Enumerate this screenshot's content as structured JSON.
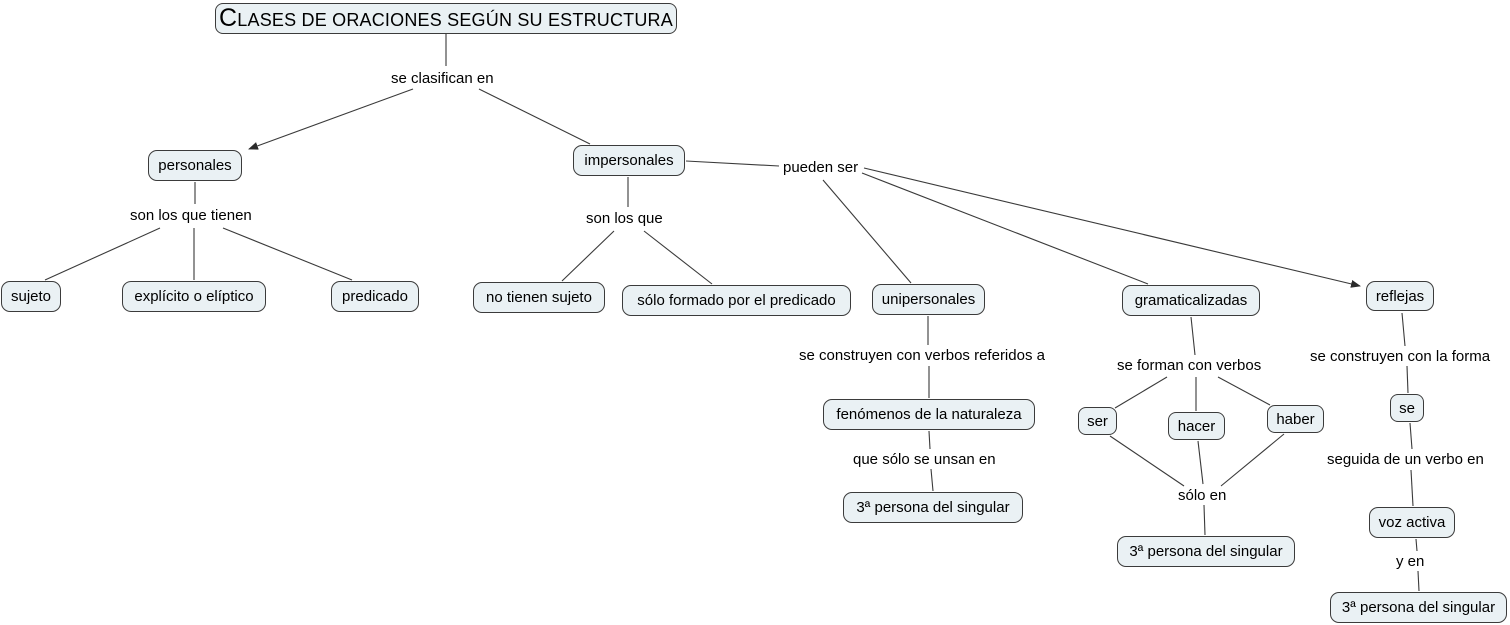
{
  "colors": {
    "bg": "#ffffff",
    "node_fill": "#eaf1f4",
    "node_border": "#3b3b3b",
    "line": "#3a3a3a"
  },
  "title": {
    "label": "CLASES DE ORACIONES SEGÚN SU ESTRUCTURA"
  },
  "nodes": {
    "personales": "personales",
    "impersonales": "impersonales",
    "sujeto": "sujeto",
    "explicito": "explícito o elíptico",
    "predicado": "predicado",
    "no_tienen_sujeto": "no tienen sujeto",
    "solo_formado": "sólo formado por el predicado",
    "unipersonales": "unipersonales",
    "gramaticalizadas": "gramaticalizadas",
    "reflejas": "reflejas",
    "fenomenos": "fenómenos de la naturaleza",
    "persona3_uni": "3ª persona del singular",
    "ser": "ser",
    "hacer": "hacer",
    "haber": "haber",
    "persona3_gram": "3ª persona del singular",
    "se": "se",
    "voz_activa": "voz activa",
    "persona3_ref": "3ª persona del singular"
  },
  "labels": {
    "se_clasifican": "se clasifican en",
    "son_los_que_tienen": "son los que tienen",
    "son_los_que": "son los que",
    "pueden_ser": "pueden ser",
    "se_construyen_verbos": "se construyen con verbos referidos a",
    "que_solo_se_usan": "que sólo se unsan en",
    "se_forman": "se forman con verbos",
    "solo_en": "sólo en",
    "se_construyen_forma": "se construyen con la forma",
    "seguida": "seguida de un verbo en",
    "y_en": "y en"
  }
}
